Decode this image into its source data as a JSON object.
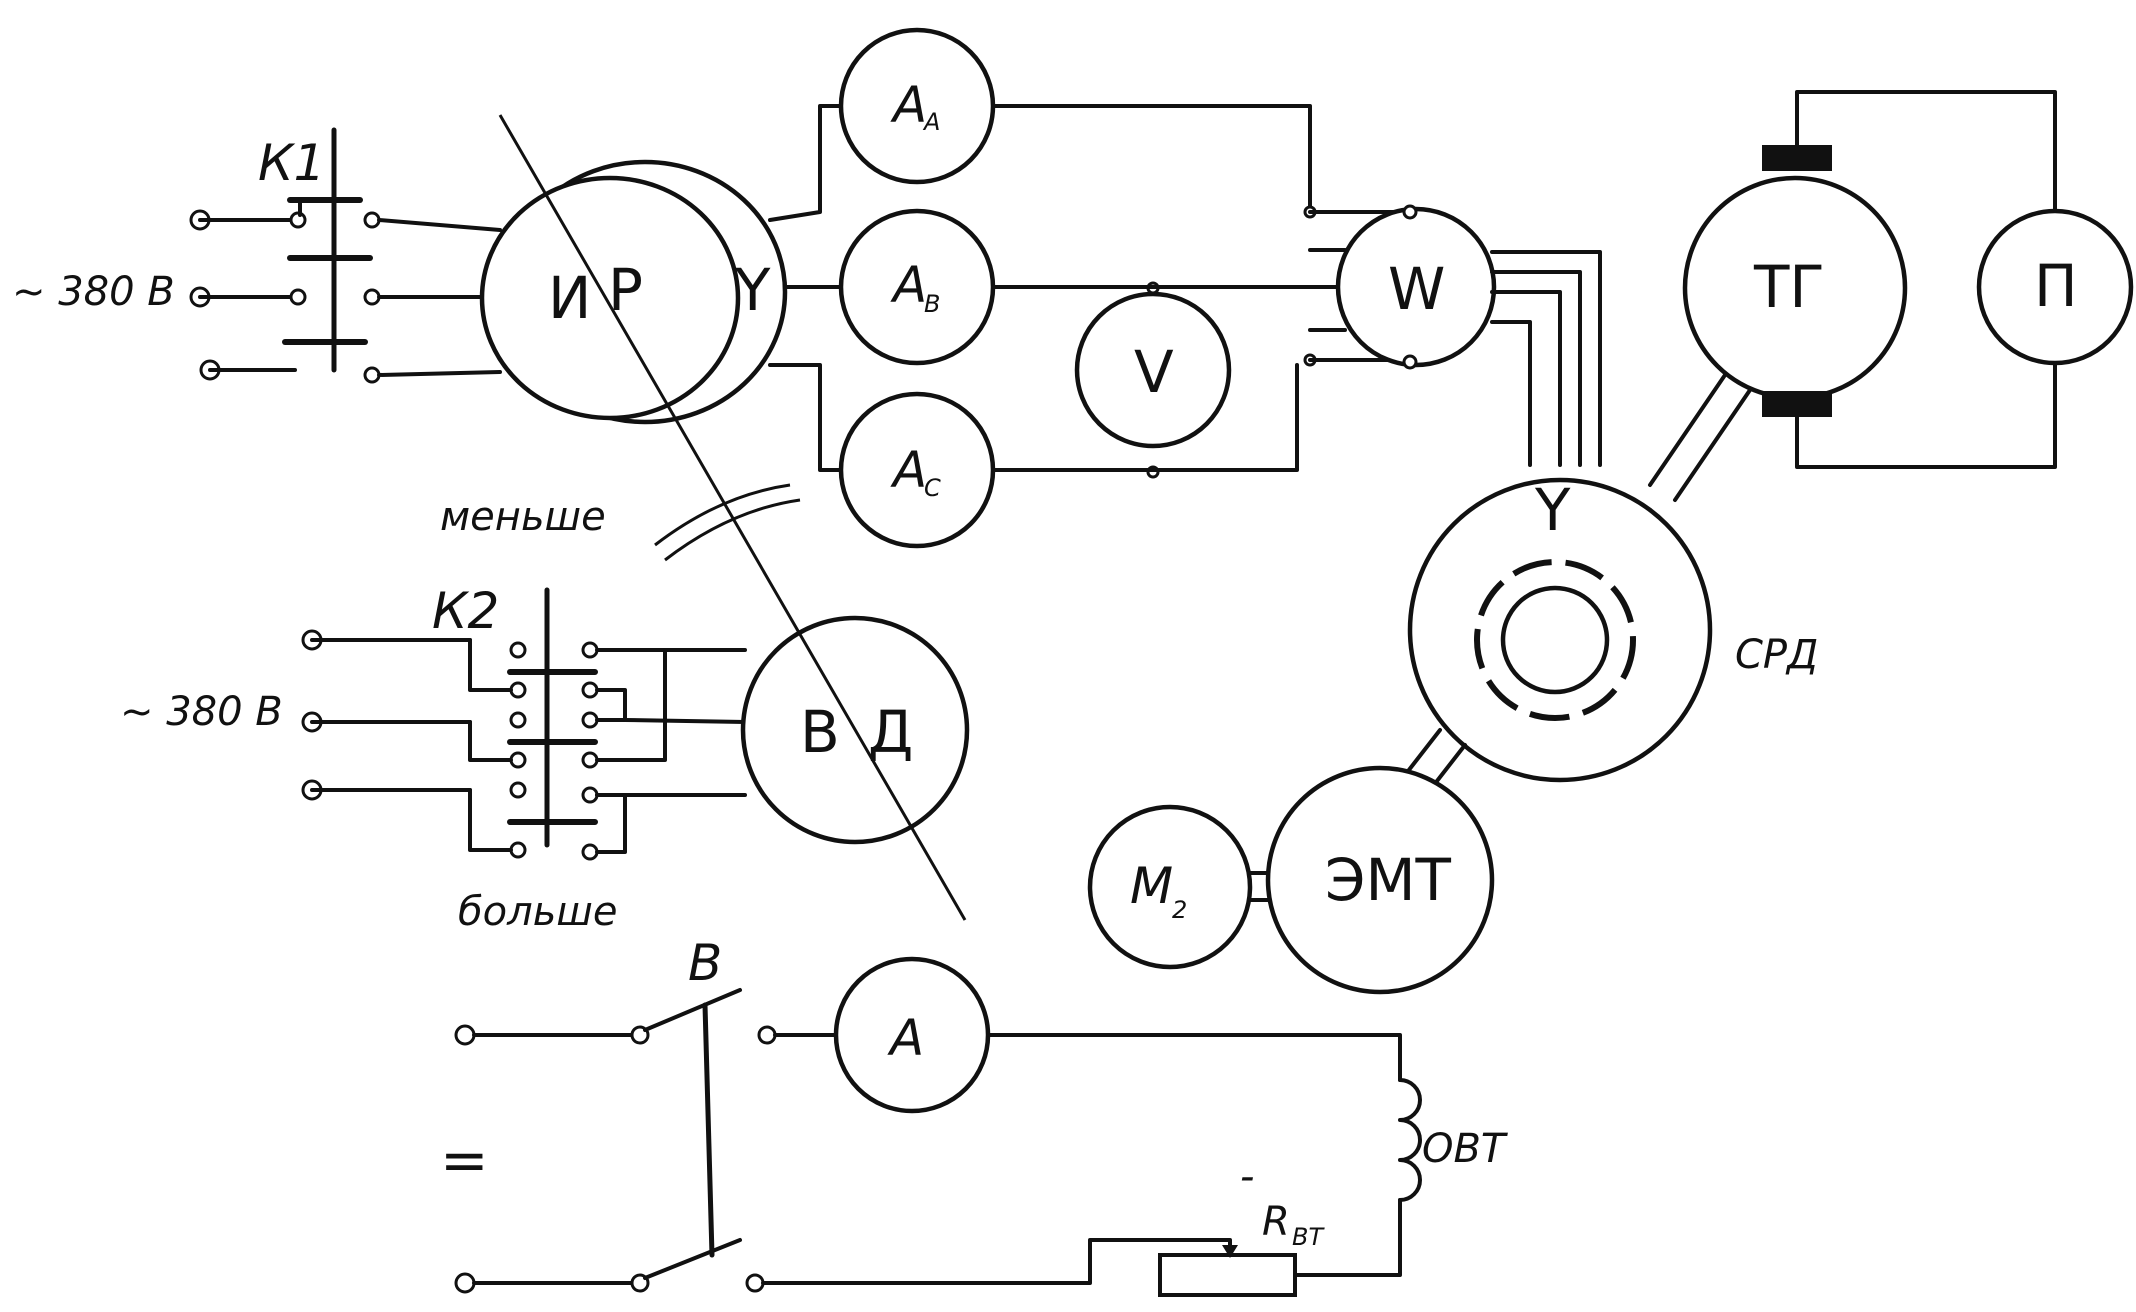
{
  "supply": {
    "top": "~ 380 В",
    "middle": "~ 380 В",
    "dc": "="
  },
  "switches": {
    "k1": "К1",
    "k2": "К2",
    "b": "В"
  },
  "directions": {
    "less": "меньше",
    "more": "больше"
  },
  "machines": {
    "induction_regulator": {
      "left": "И",
      "right": "Р",
      "winding": "Y"
    },
    "drive_motor": {
      "left": "В",
      "right": "Д"
    },
    "tachogenerator": "ТГ",
    "converter": "П",
    "synchronous_motor": "СРД",
    "synchronous_motor_winding": "Y",
    "brake": "ЭМТ",
    "torque_meter": {
      "main": "М",
      "sub": "2"
    }
  },
  "instruments": {
    "ammeter_a": {
      "main": "А",
      "sub": "А"
    },
    "ammeter_b": {
      "main": "А",
      "sub": "В"
    },
    "ammeter_c": {
      "main": "А",
      "sub": "С"
    },
    "voltmeter": "V",
    "wattmeter": "W",
    "field_ammeter": "А"
  },
  "field_circuit": {
    "coil": "ОВТ",
    "rheostat": "R",
    "rheostat_sub": "ВТ",
    "minus": "-"
  }
}
